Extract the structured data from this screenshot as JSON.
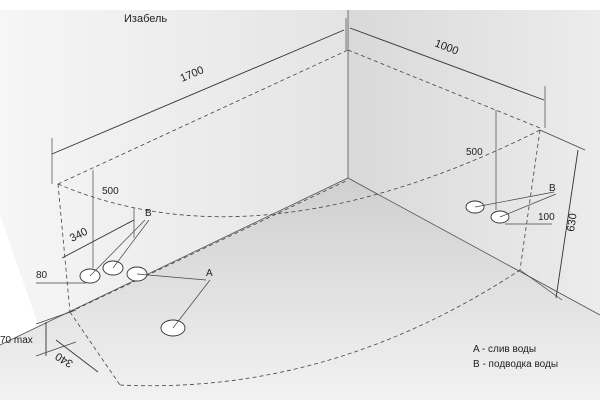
{
  "title": "Изабель",
  "dimensions": {
    "length": "1700",
    "width": "1000",
    "height_right": "630",
    "pipe_height_left": "500",
    "pipe_height_right": "500",
    "offset_top": "340",
    "offset_bottom": "340",
    "hole_left": "80",
    "hole_right": "100",
    "max_height": "70 max"
  },
  "markers": {
    "a": "A",
    "b_left": "B",
    "b_right": "B"
  },
  "legend": {
    "a": "A - слив воды",
    "b": "B - подводка воды"
  },
  "colors": {
    "background": "#ffffff",
    "wall_left": "#e9e9e9",
    "wall_right": "#dcdcdc",
    "floor": "#d3d3d3",
    "line": "#333333"
  }
}
